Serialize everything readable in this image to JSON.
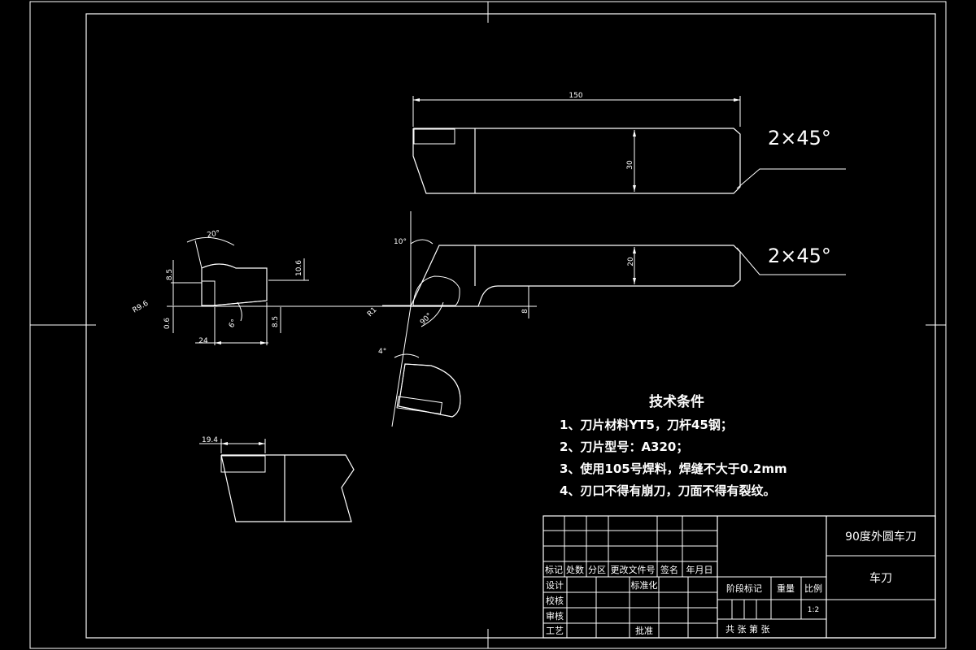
{
  "dimensions": {
    "length": "150",
    "height_top": "30",
    "height_front": "20",
    "offset_8": "8",
    "r1": "R1",
    "angle_10": "10°",
    "angle_90": "90°",
    "angle_4": "4°",
    "angle_20": "20°",
    "angle_6": "6°",
    "dim_8_5": "8.5",
    "dim_8_5b": "8.5",
    "dim_10_6": "10.6",
    "dim_0_6": "0.6",
    "dim_r9_6": "R9.6",
    "dim_24": "24",
    "dim_19_4": "19.4"
  },
  "chamfers": [
    "2×45°",
    "2×45°"
  ],
  "tech": {
    "title": "技术条件",
    "lines": [
      "1、刀片材料YT5，刀杆45钢；",
      "2、刀片型号：A320；",
      "3、使用105号焊料，焊缝不大于0.2mm",
      "4、刃口不得有崩刀，刀面不得有裂纹。"
    ]
  },
  "title_block": {
    "name": "90度外圆车刀",
    "part": "车刀",
    "col_labels": [
      "标记",
      "处数",
      "分区",
      "更改文件号",
      "签名",
      "年月日"
    ],
    "row_design": "设计",
    "row_standard": "标准化",
    "row_check": "校核",
    "row_review": "审核",
    "row_process": "工艺",
    "row_approve": "批准",
    "stage_label": "阶段标记",
    "weight_label": "重量",
    "scale_label": "比例",
    "scale_value": "1:2",
    "sheets": "共   张 第   张"
  }
}
